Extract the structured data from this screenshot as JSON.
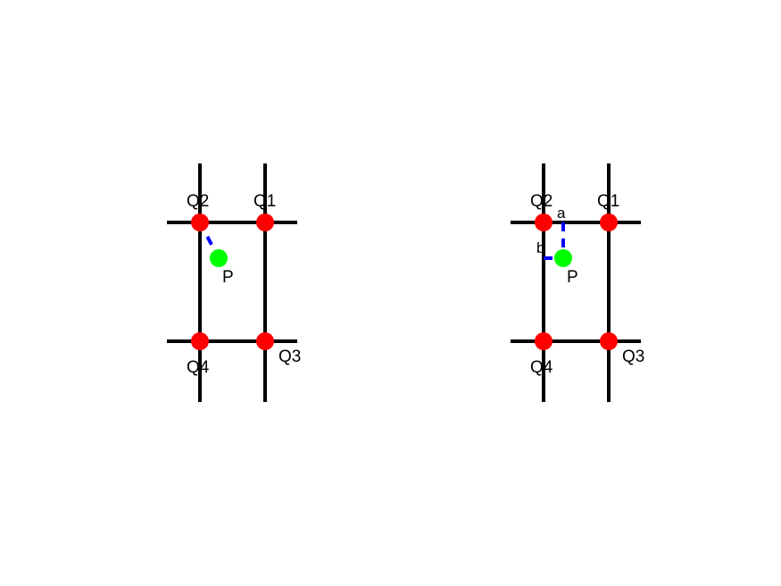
{
  "colors": {
    "grid_line": "#000000",
    "grid_node": "#ff0000",
    "query_point": "#00ff00",
    "distance_line": "#0000ff",
    "background": "#ffffff"
  },
  "left_panel": {
    "labels": {
      "q1": "Q1",
      "q2": "Q2",
      "q3": "Q3",
      "q4": "Q4",
      "p": "P"
    }
  },
  "right_panel": {
    "labels": {
      "q1": "Q1",
      "q2": "Q2",
      "q3": "Q3",
      "q4": "Q4",
      "p": "P",
      "a": "a",
      "b": "b"
    }
  }
}
